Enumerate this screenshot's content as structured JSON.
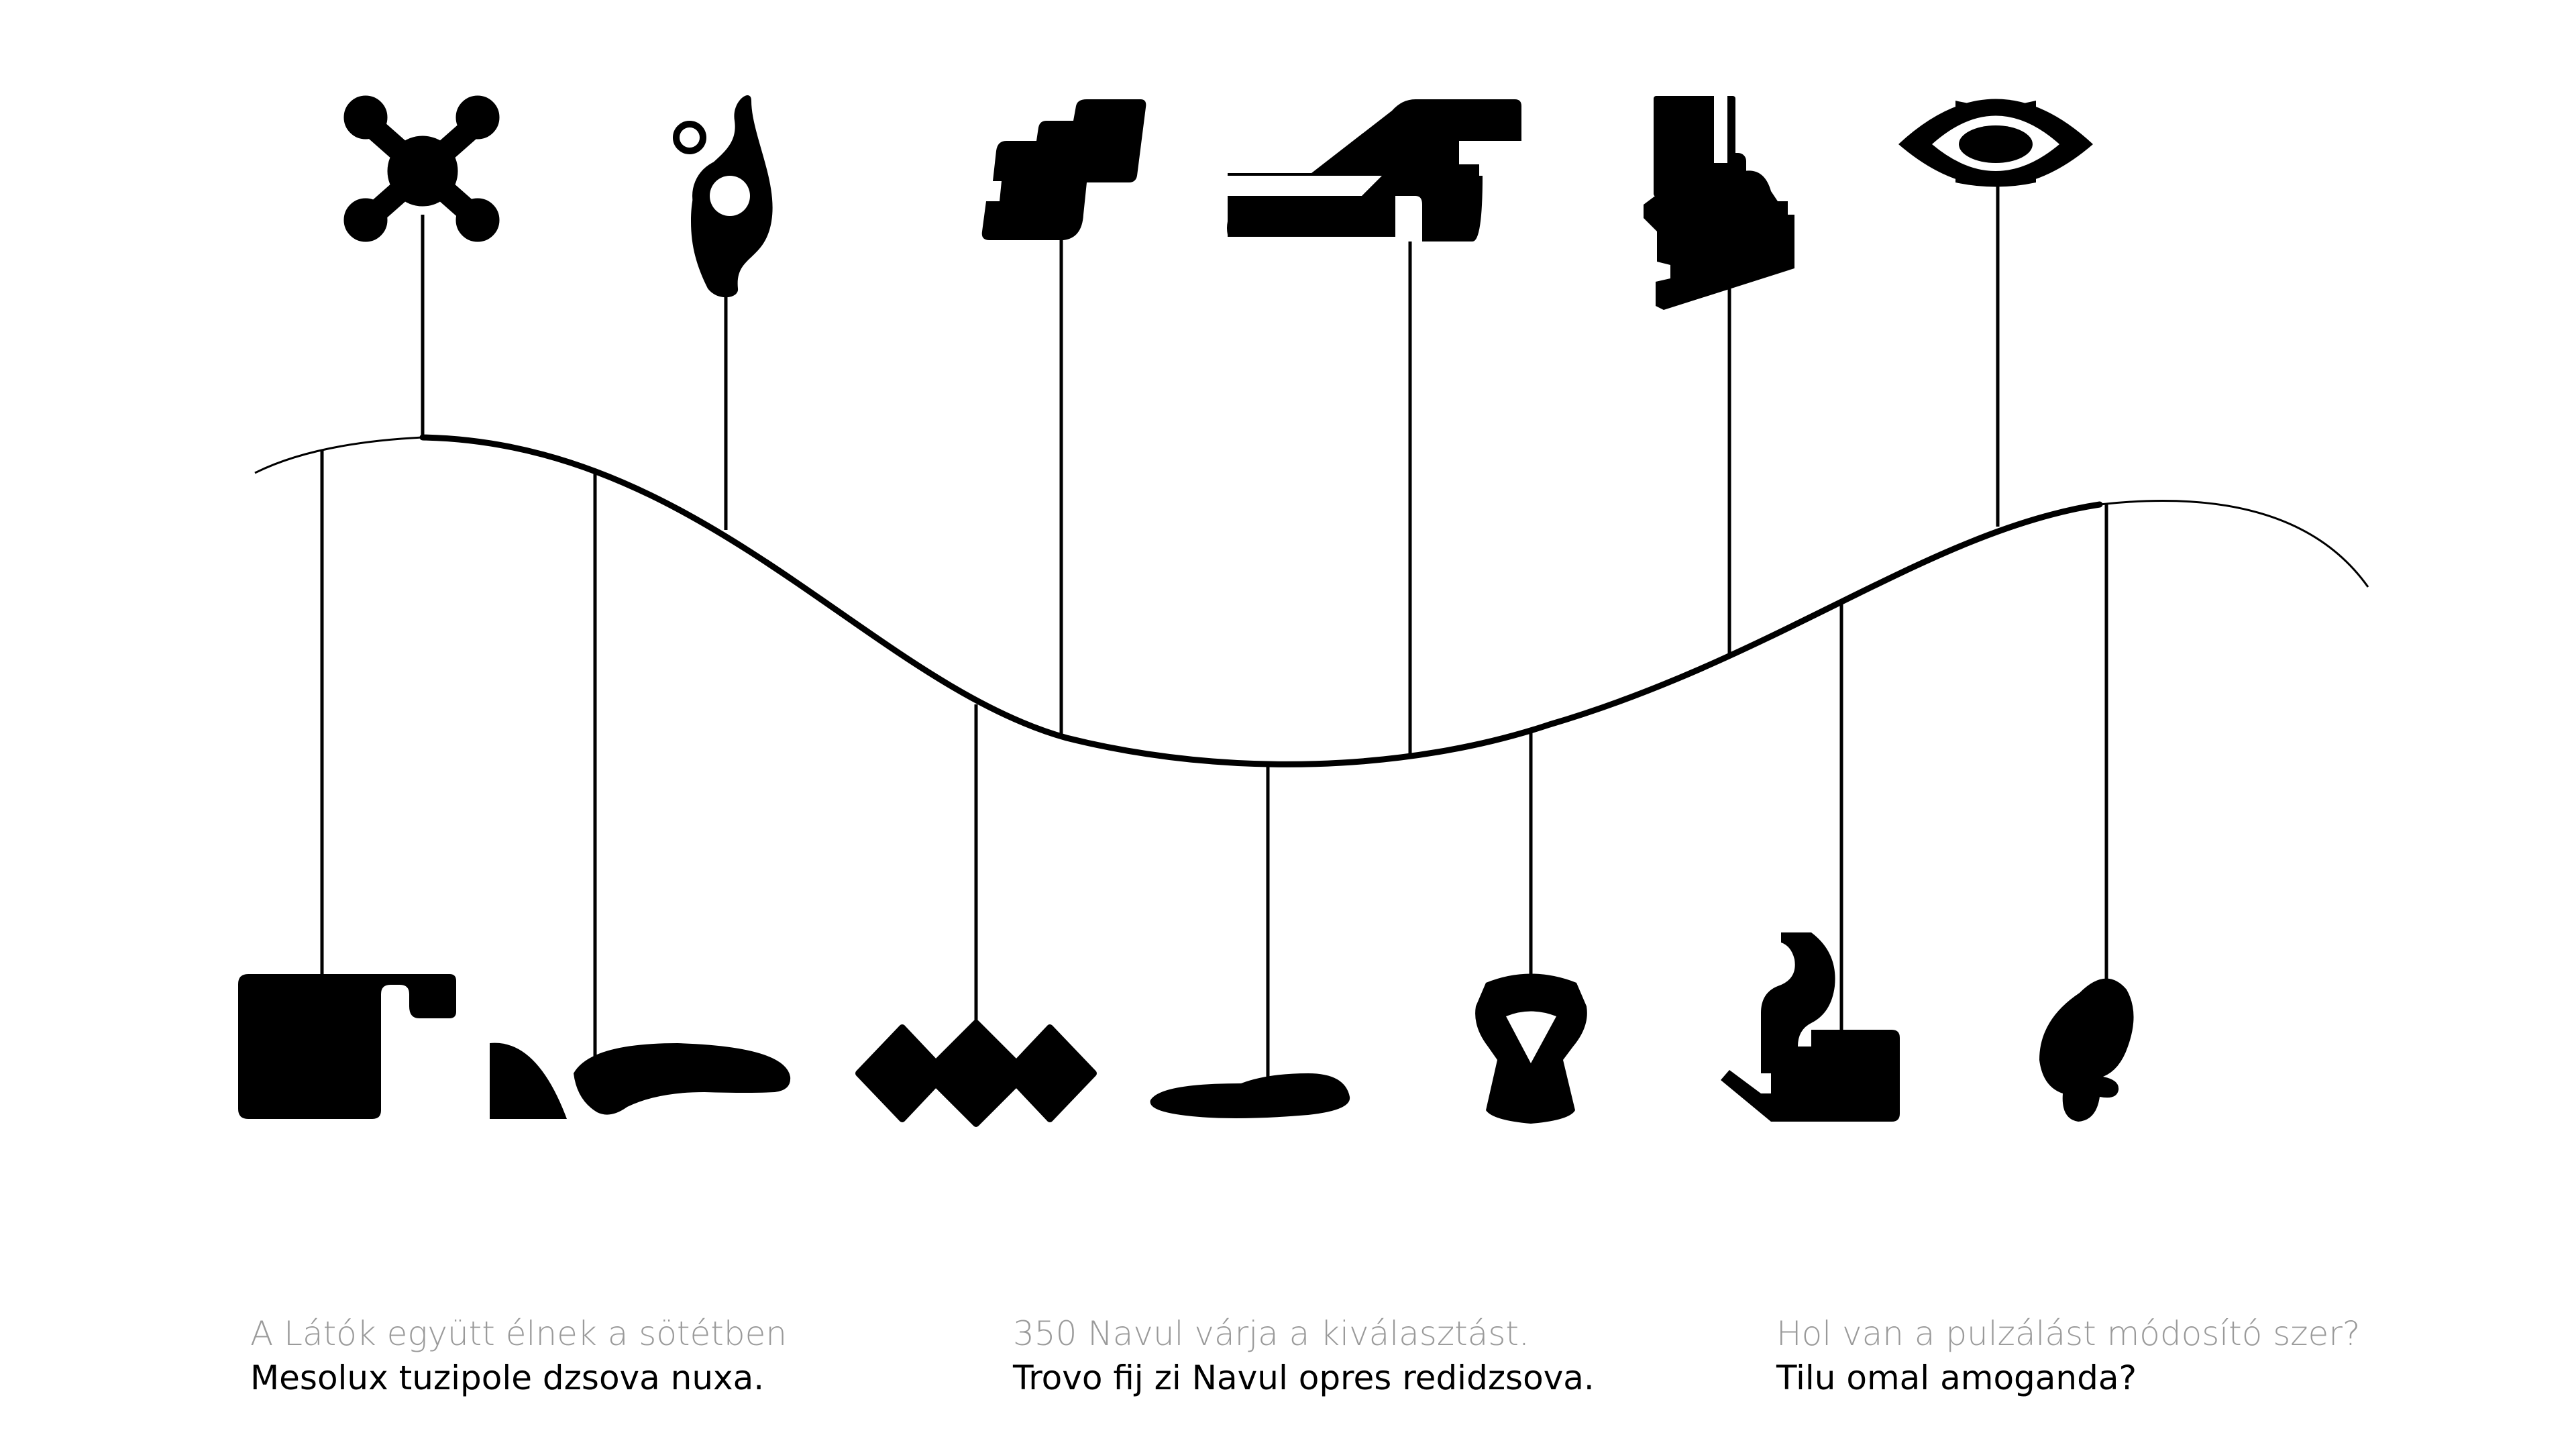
{
  "captions": [
    {
      "line1": "A Látók együtt élnek a sötétben",
      "line2": "Mesolux tuzipole dzsova nuxa."
    },
    {
      "line1": "350 Navul várja a kiválasztást.",
      "line2": "Trovo fij zi Navul opres redidzsova."
    },
    {
      "line1": "Hol van a pulzálást módosító szer?",
      "line2": "Tilu omal amoganda?"
    }
  ],
  "colors": {
    "ink": "#000000",
    "muted_text": "#9a9a9a",
    "background": "#ffffff"
  },
  "icons": {
    "top": [
      "x-cross-glyph-icon",
      "ring-hook-glyph-icon",
      "stepped-block-glyph-icon",
      "ramp-glyph-icon",
      "hand-block-glyph-icon",
      "eye-glyph-icon"
    ],
    "bottom": [
      "square-block-glyph-icon",
      "dome-and-oval-glyph-icon",
      "zigzag-diamonds-glyph-icon",
      "puddle-glyph-icon",
      "torso-glyph-icon",
      "seated-figure-glyph-icon",
      "leaf-drop-glyph-icon"
    ]
  }
}
